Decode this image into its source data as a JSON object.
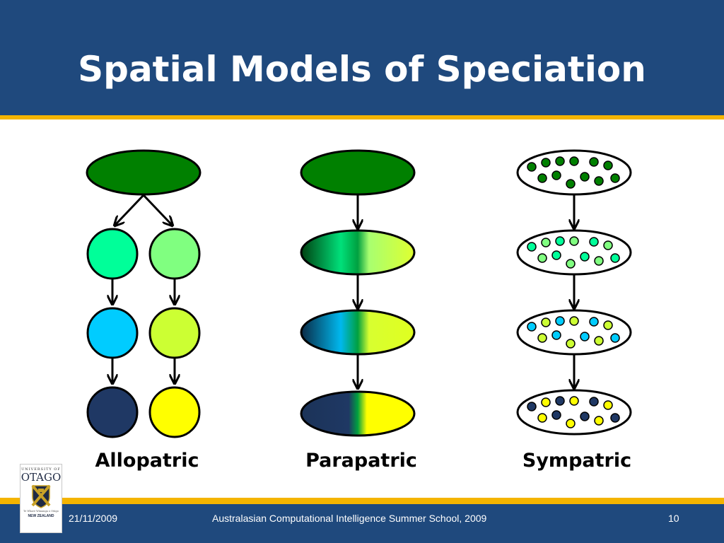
{
  "title": "Spatial Models of Speciation",
  "columns": [
    {
      "key": "allopatric",
      "label": "Allopatric"
    },
    {
      "key": "parapatric",
      "label": "Parapatric"
    },
    {
      "key": "sympatric",
      "label": "Sympatric"
    }
  ],
  "colors": {
    "header_bg": "#1f497d",
    "accent": "#f4b400",
    "ancestor": "#008000",
    "stage1_a": "#00ff99",
    "stage1_b": "#80ff80",
    "stage2_a": "#00ccff",
    "stage2_b": "#ccff33",
    "stage3_a": "#1f3864",
    "stage3_b": "#ffff00"
  },
  "logo": {
    "top": "UNIVERSITY OF",
    "name": "OTAGO",
    "motto": "Te Whare Wānanga o Otāgo",
    "country": "NEW ZEALAND",
    "crest_icon": "university-crest-icon"
  },
  "footer": {
    "date": "21/11/2009",
    "event": "Australasian Computational Intelligence Summer School, 2009",
    "page": "10"
  }
}
